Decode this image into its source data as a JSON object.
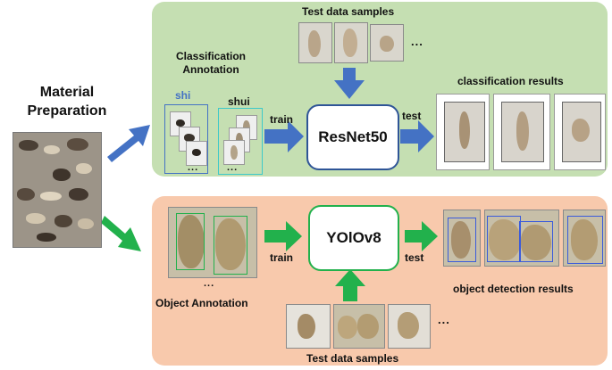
{
  "material": {
    "title_line1": "Material",
    "title_line2": "Preparation"
  },
  "top_panel": {
    "test_data_label": "Test data samples",
    "annotation_line1": "Classification",
    "annotation_line2": "Annotation",
    "class_a": "shi",
    "class_b": "shui",
    "train_label": "train",
    "test_label": "test",
    "model_name": "ResNet50",
    "results_label": "classification results",
    "ellipsis": "..."
  },
  "bottom_panel": {
    "model_name": "YOlOv8",
    "train_label": "train",
    "test_label": "test",
    "annotation_label": "Object Annotation",
    "results_label": "object detection results",
    "test_data_label": "Test data samples",
    "ellipsis": "..."
  },
  "colors": {
    "top_panel": "#c5dfb2",
    "bottom_panel": "#f8c9ac",
    "blue_arrow": "#4472c4",
    "green_arrow": "#22b14c",
    "resnet_border": "#2f5597",
    "yolo_border": "#22b14c",
    "shi_label": "#4472c4",
    "shi_box": "#4472c4",
    "shui_box": "#3ec9c9"
  }
}
